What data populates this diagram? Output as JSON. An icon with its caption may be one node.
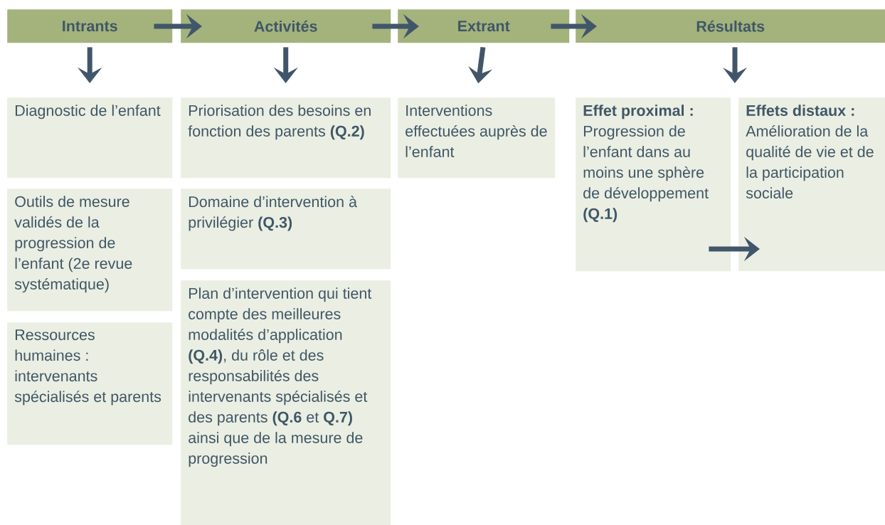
{
  "diagram": {
    "nodes": [
      {
        "text": [
          "Intrants"
        ]
      },
      {
        "text": [
          "Activités"
        ]
      },
      {
        "text": [
          "Extrant"
        ]
      },
      {
        "text": [
          "Résultats"
        ]
      },
      {
        "text": [
          "Diagnostic de l’enfant"
        ]
      },
      {
        "text": [
          "Outils de mesure validés de la progression de l’enfant (2e revue systématique)"
        ]
      },
      {
        "text": [
          "Ressources humaines : intervenants spécialisés et parents"
        ]
      },
      {
        "text": [
          "Priorisation des besoins en fonction des parents **(Q.2)**"
        ]
      },
      {
        "text": [
          "Domaine d’intervention à privilégier **(Q.3)**"
        ]
      },
      {
        "text": [
          "Plan d’intervention qui tient compte des meilleures modalités d’application **(Q.4)**, du rôle et des responsabilités des intervenants spécialisés et des parents **(Q.6** et **Q.7)** ainsi que de la mesure de progression"
        ]
      },
      {
        "text": [
          "Interventions effectuées auprès de l’enfant"
        ]
      },
      {
        "text": [
          "Effet proximal :",
          "Progression de l’enfant dans au moins une sphère de développement **(Q.1)**"
        ]
      },
      {
        "text": [
          "Effets distaux :",
          "Amélioration de la qualité de vie et de la participation sociale"
        ]
      }
    ],
    "edges": [
      {
        "from": 0,
        "to": 1,
        "arrow": "to"
      },
      {
        "from": 1,
        "to": 2,
        "arrow": "to"
      },
      {
        "from": 2,
        "to": 3,
        "arrow": "to"
      },
      {
        "from": 0,
        "to": 4,
        "arrow": "to"
      },
      {
        "from": 1,
        "to": 7,
        "arrow": "to"
      },
      {
        "from": 2,
        "to": 10,
        "arrow": "to"
      },
      {
        "from": 3,
        "to": null,
        "arrow": "to"
      },
      {
        "from": 11,
        "to": 12,
        "arrow": "to"
      }
    ]
  }
}
